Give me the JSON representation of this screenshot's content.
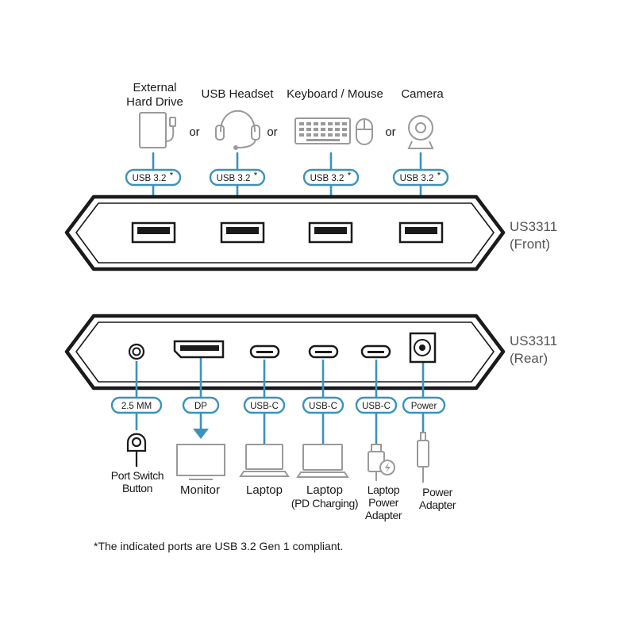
{
  "front": {
    "model": "US3311",
    "side": "(Front)",
    "devices": [
      {
        "label_lines": [
          "External",
          "Hard Drive"
        ],
        "icon": "external-hard-drive-icon",
        "port": "USB 3.2",
        "mark": "*"
      },
      {
        "label_lines": [
          "USB Headset"
        ],
        "icon": "headset-icon",
        "port": "USB 3.2",
        "mark": "*"
      },
      {
        "label_lines": [
          "Keyboard / Mouse"
        ],
        "icon": "keyboard-mouse-icon",
        "port": "USB 3.2",
        "mark": "*"
      },
      {
        "label_lines": [
          "Camera"
        ],
        "icon": "camera-icon",
        "port": "USB 3.2",
        "mark": "*"
      }
    ],
    "separator": "or"
  },
  "rear": {
    "model": "US3311",
    "side": "(Rear)",
    "ports": [
      {
        "port": "2.5 MM",
        "icon": "port-switch-button-icon",
        "label_lines": [
          "Port Switch",
          "Button"
        ]
      },
      {
        "port": "DP",
        "icon": "monitor-icon",
        "label_lines": [
          "Monitor"
        ]
      },
      {
        "port": "USB-C",
        "icon": "laptop-icon",
        "label_lines": [
          "Laptop"
        ]
      },
      {
        "port": "USB-C",
        "icon": "laptop-icon",
        "label_lines": [
          "Laptop",
          "(PD Charging)"
        ]
      },
      {
        "port": "USB-C",
        "icon": "laptop-power-adapter-icon",
        "label_lines": [
          "Laptop",
          "Power",
          "Adapter"
        ]
      },
      {
        "port": "Power",
        "icon": "power-adapter-icon",
        "label_lines": [
          "Power",
          "Adapter"
        ]
      }
    ]
  },
  "footnote": "*The indicated ports are USB 3.2 Gen 1 compliant.",
  "colors": {
    "accent": "#3a93bd",
    "icon_gray": "#9a9a9a",
    "outline": "#1a1a1a"
  }
}
